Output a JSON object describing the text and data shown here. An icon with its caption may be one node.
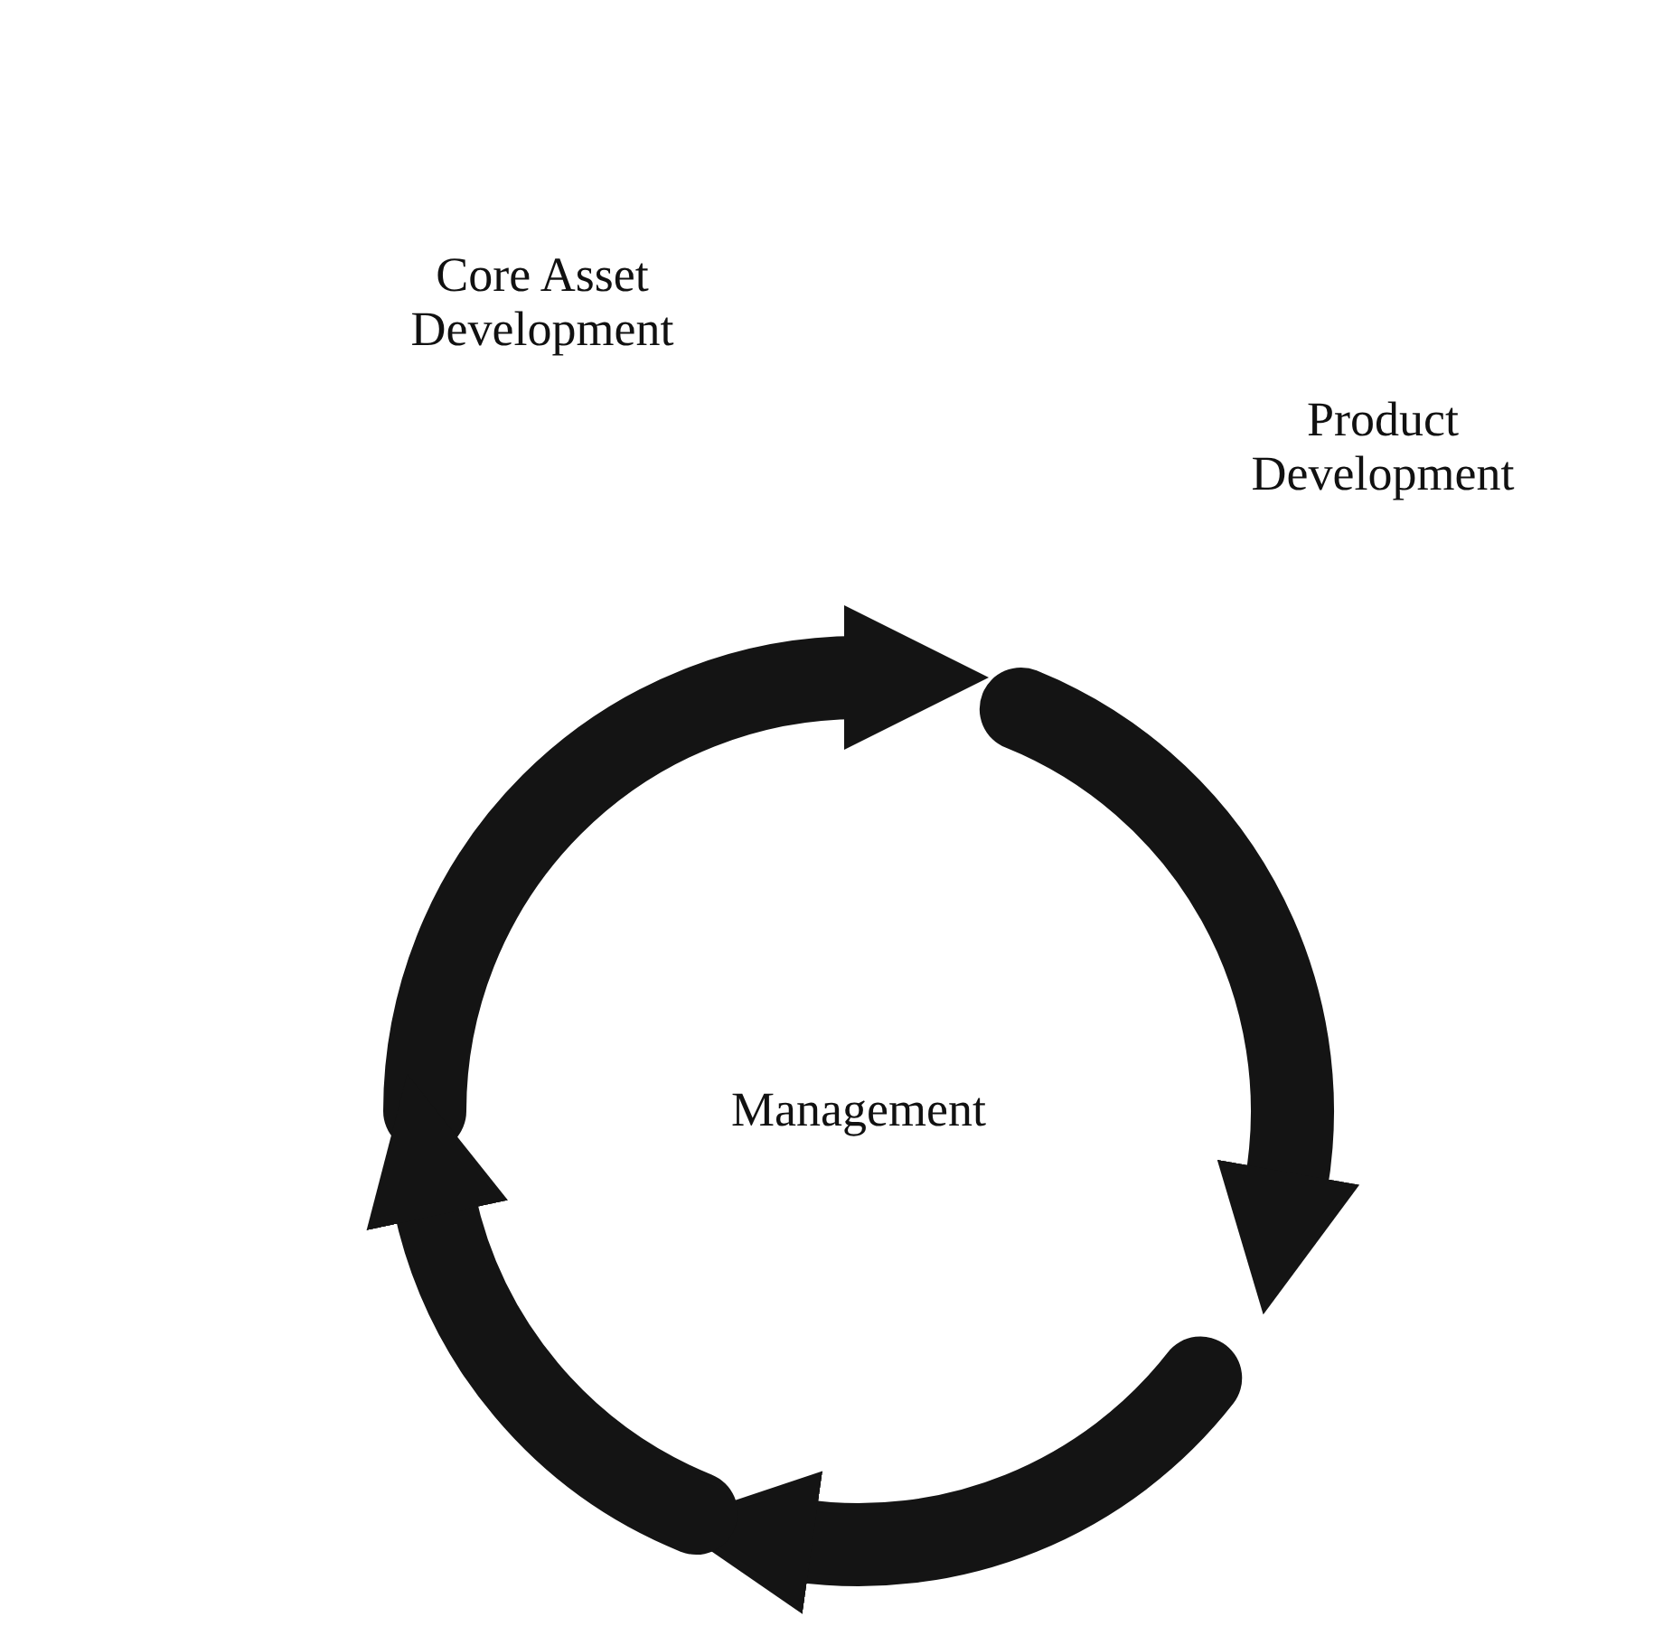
{
  "diagram": {
    "labels": [
      "Core Asset Development",
      "Product Development",
      "Management"
    ]
  }
}
